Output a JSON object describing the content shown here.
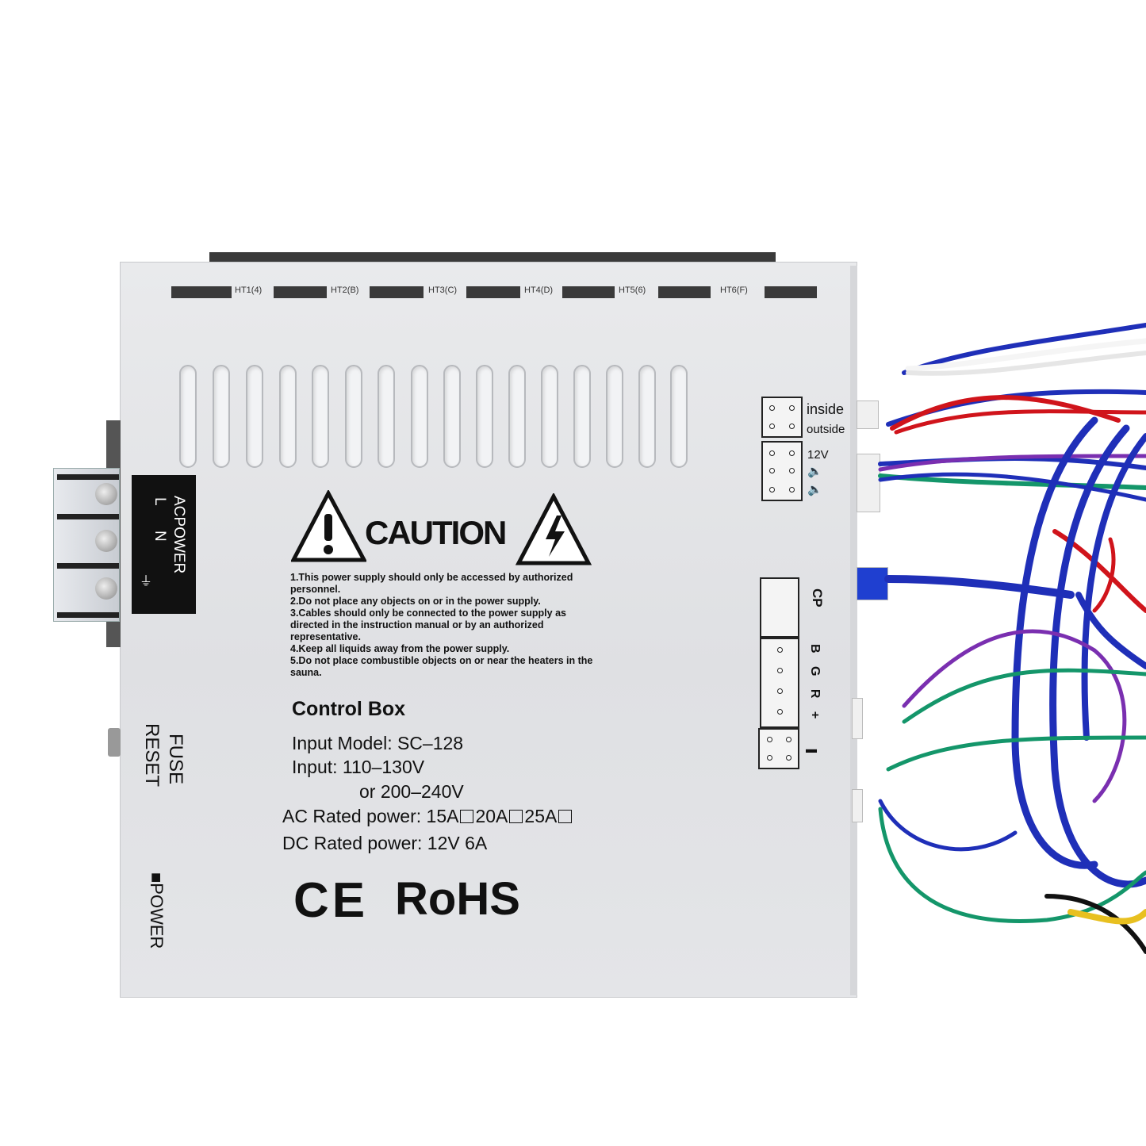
{
  "device": {
    "channels": [
      "HT1(4)",
      "HT2(B)",
      "HT3(C)",
      "HT4(D)",
      "HT5(6)",
      "HT6(F)"
    ],
    "ac_power_panel": {
      "title": "ACPOWER",
      "line": "L",
      "neutral": "N"
    },
    "fuse_label": "FUSE",
    "reset_label": "RESET",
    "power_label": "■POWER",
    "connectors": {
      "inside": "inside",
      "outside": "outside",
      "volt_12": "12V",
      "cp": "CP",
      "bgr": "B G R +"
    },
    "caution": {
      "title": "CAUTION",
      "items": [
        "1.This power supply should only be accessed by authorized personnel.",
        "2.Do not place any objects on or in the power supply.",
        "3.Cables should only be connected to the power supply as directed in the instruction manual or by an authorized representative.",
        "4.Keep all liquids away from the power supply.",
        "5.Do not place combustible objects on or near the heaters in the sauna."
      ]
    },
    "control_box": {
      "title": "Control Box",
      "model_line": "Input  Model: SC–128",
      "input_line": "Input:  110–130V",
      "or_line": "or  200–240V",
      "ac_rated_label": "AC Rated power:",
      "ac_options": [
        "15A",
        "20A",
        "25A"
      ],
      "dc_rated": "DC Rated power: 12V 6A"
    },
    "marks": {
      "ce": "CE",
      "rohs": "RoHS"
    },
    "colors": {
      "housing": "#e3e4e7",
      "wire_blue": "#1f2fb8",
      "wire_red": "#d0141b",
      "wire_green": "#14966a",
      "wire_purple": "#7a2fb0",
      "wire_white": "#f5f5f5",
      "label_black": "#111111"
    }
  }
}
